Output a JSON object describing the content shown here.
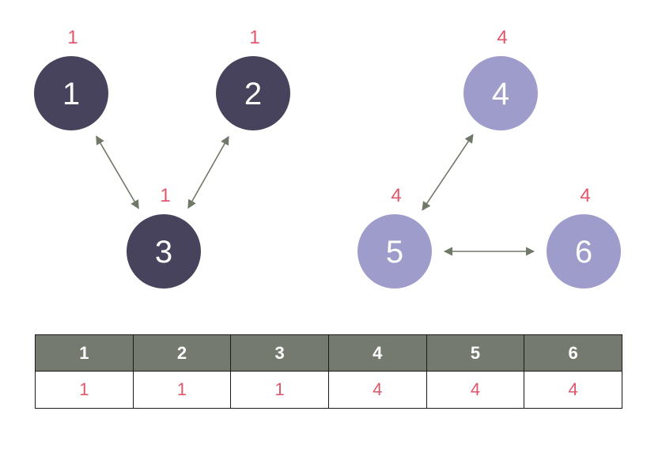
{
  "colors": {
    "group_a": "#47435d",
    "group_b": "#9d9ccb",
    "edge": "#707868",
    "value_text": "#e0566a",
    "table_header_bg": "#747b6e"
  },
  "nodes": [
    {
      "id": "1",
      "label": "1",
      "value": "1",
      "group": "a"
    },
    {
      "id": "2",
      "label": "2",
      "value": "1",
      "group": "a"
    },
    {
      "id": "3",
      "label": "3",
      "value": "1",
      "group": "a"
    },
    {
      "id": "4",
      "label": "4",
      "value": "4",
      "group": "b"
    },
    {
      "id": "5",
      "label": "5",
      "value": "4",
      "group": "b"
    },
    {
      "id": "6",
      "label": "6",
      "value": "4",
      "group": "b"
    }
  ],
  "edges": [
    {
      "from": "1",
      "to": "3"
    },
    {
      "from": "2",
      "to": "3"
    },
    {
      "from": "4",
      "to": "5"
    },
    {
      "from": "5",
      "to": "6"
    }
  ],
  "table": {
    "headers": [
      "1",
      "2",
      "3",
      "4",
      "5",
      "6"
    ],
    "values": [
      "1",
      "1",
      "1",
      "4",
      "4",
      "4"
    ]
  }
}
